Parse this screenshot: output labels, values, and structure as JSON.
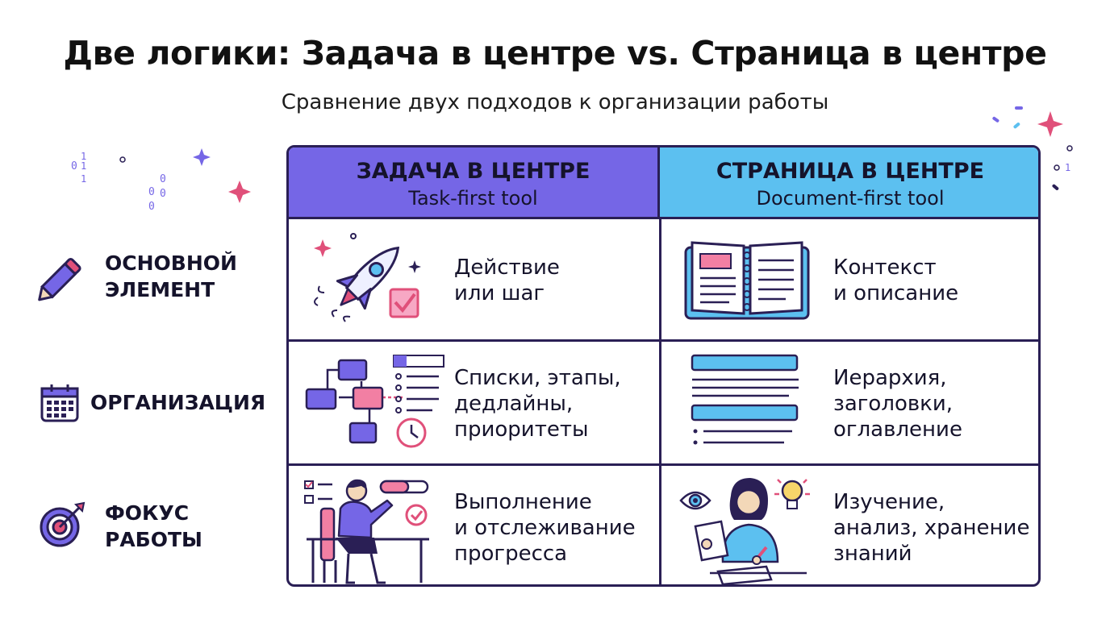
{
  "header": {
    "title": "Две логики: Задача в центре vs. Страница в центре",
    "subtitle": "Сравнение двух подходов к организации работы"
  },
  "columns": [
    {
      "title": "ЗАДАЧА В ЦЕНТРЕ",
      "subtitle": "Task-first tool",
      "color": "#7566e6"
    },
    {
      "title": "СТРАНИЦА В ЦЕНТРЕ",
      "subtitle": "Document-first tool",
      "color": "#5cc0f0"
    }
  ],
  "rows": [
    {
      "label": "ОСНОВНОЙ\nЭЛЕМЕНТ",
      "icon": "pencil-icon",
      "cells": [
        "Действие\nили шаг",
        "Контекст\nи описание"
      ]
    },
    {
      "label": "ОРГАНИЗАЦИЯ",
      "icon": "calendar-icon",
      "cells": [
        "Списки, этапы,\nдедлайны,\nприоритеты",
        "Иерархия,\nзаголовки,\nоглавление"
      ]
    },
    {
      "label": "ФОКУС\nРАБОТЫ",
      "icon": "target-icon",
      "cells": [
        "Выполнение\nи отслеживание\nпрогресса",
        "Изучение,\nанализ, хранение\nзнаний"
      ]
    }
  ],
  "colors": {
    "purple": "#7566e6",
    "blue": "#5cc0f0",
    "pink": "#e0507a",
    "outline": "#2a1f55"
  }
}
